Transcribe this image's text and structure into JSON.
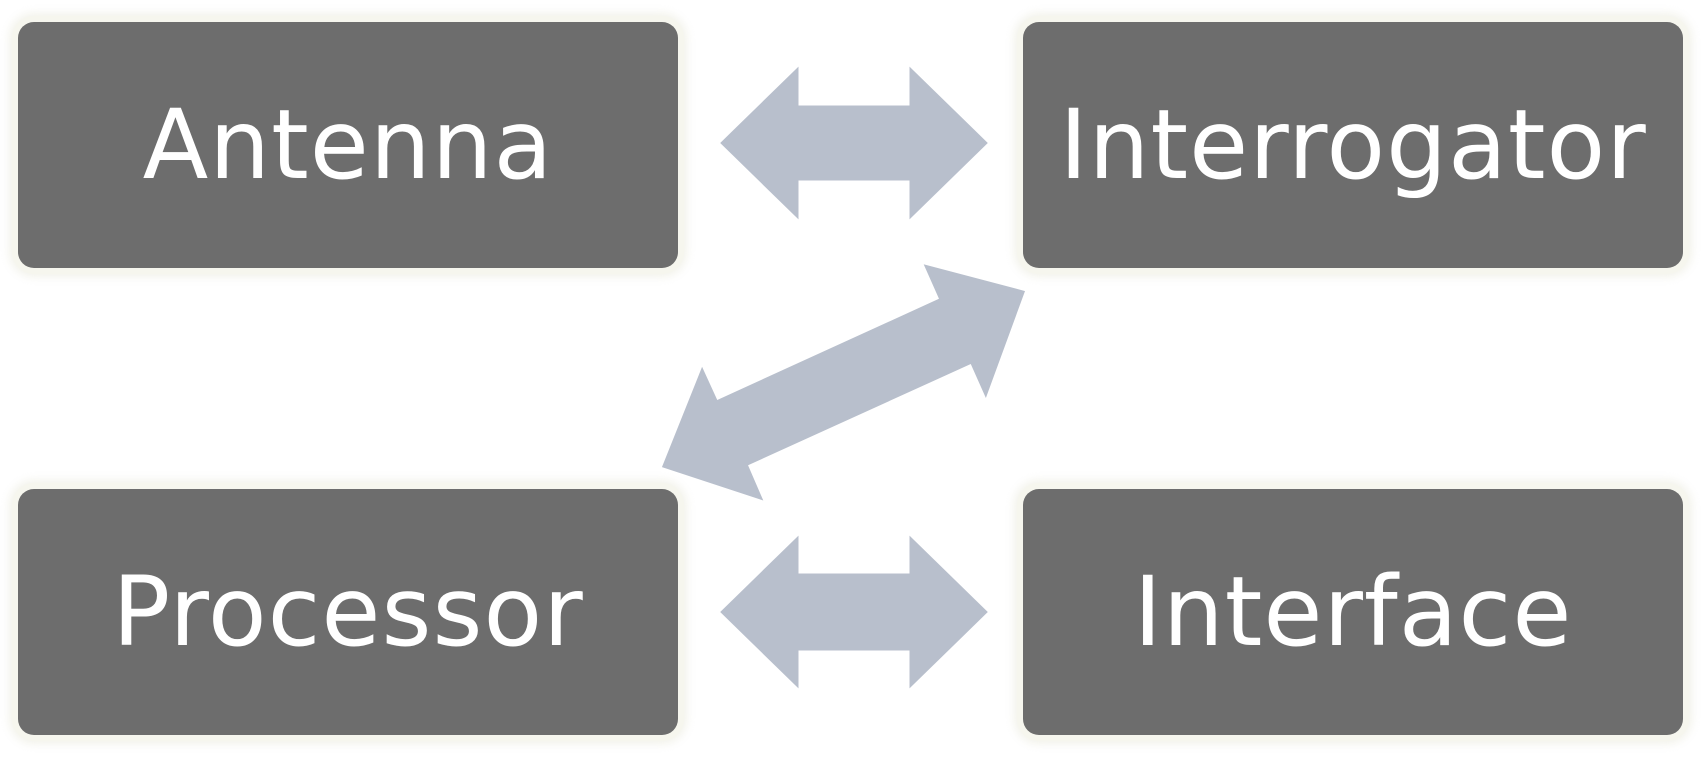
{
  "diagram": {
    "nodes": {
      "antenna": "Antenna",
      "interrogator": "Interrogator",
      "processor": "Processor",
      "interface": "Interface"
    },
    "edges": [
      {
        "from": "Antenna",
        "to": "Interrogator",
        "direction": "bidirectional"
      },
      {
        "from": "Interrogator",
        "to": "Processor",
        "direction": "bidirectional"
      },
      {
        "from": "Processor",
        "to": "Interface",
        "direction": "bidirectional"
      }
    ],
    "colors": {
      "node_fill": "#6d6d6d",
      "node_text": "#ffffff",
      "arrow_fill": "#b8bfcc"
    }
  }
}
